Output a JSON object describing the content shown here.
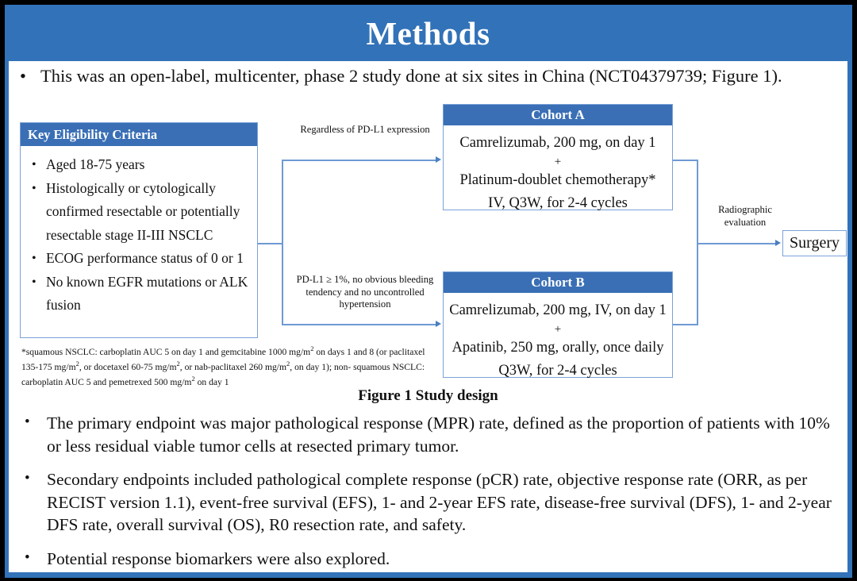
{
  "slide": {
    "title": "Methods",
    "accent_color": "#3272b8",
    "box_border_color": "#7ba2d8",
    "box_header_color": "#3a6fb5",
    "intro_bullet": "This was an open-label, multicenter, phase 2 study done at six sites in China (NCT04379739; Figure 1).",
    "figure_caption": "Figure 1 Study design"
  },
  "figure": {
    "eligibility": {
      "header": "Key  Eligibility Criteria",
      "items": [
        "Aged 18-75 years",
        "Histologically or cytologically confirmed resectable or potentially resectable stage II-III  NSCLC",
        "ECOG performance status of 0 or 1",
        "No known EGFR mutations or ALK fusion"
      ]
    },
    "footnote": {
      "line1_a": "*squamous NSCLC: carboplatin AUC 5 on day 1 and gemcitabine 1000 mg/m",
      "line1_b": " on days 1 and 8 (or",
      "line2_a": "paclitaxel 135-175  mg/m",
      "line2_b": ", or docetaxel 60-75 mg/m",
      "line2_c": ", or nab-paclitaxel 260 mg/m",
      "line2_d": ", on day 1); non-",
      "line3_a": "squamous NSCLC: carboplatin AUC 5 and pemetrexed 500 mg/m",
      "line3_b": " on day 1",
      "superscript": "2"
    },
    "annotations": {
      "top": "Regardless  of PD-L1 expression",
      "bottom": "PD-L1 ≥ 1%, no obvious bleeding tendency and no uncontrolled  hypertension",
      "radiographic": "Radiographic evaluation"
    },
    "cohort_a": {
      "header": "Cohort A",
      "line1": "Camrelizumab, 200 mg, on day 1",
      "plus": "+",
      "line2": "Platinum-doublet chemotherapy*",
      "line3": "IV, Q3W, for 2-4 cycles"
    },
    "cohort_b": {
      "header": "Cohort B",
      "line1": "Camrelizumab, 200 mg, IV, on day 1",
      "plus": "+",
      "line2": "Apatinib, 250 mg, orally, once daily",
      "line3": "Q3W, for 2-4 cycles"
    },
    "surgery": {
      "label": "Surgery"
    }
  },
  "body_bullets": [
    "The primary endpoint was major pathological response (MPR) rate, defined as the proportion of patients with 10% or less residual viable tumor cells at resected primary tumor.",
    "Secondary endpoints included pathological complete response (pCR) rate, objective response rate (ORR, as per RECIST version 1.1), event-free survival (EFS), 1- and 2-year EFS rate, disease-free survival (DFS), 1- and 2-year DFS rate, overall survival (OS), R0 resection rate, and safety.",
    "Potential response biomarkers were also explored."
  ]
}
